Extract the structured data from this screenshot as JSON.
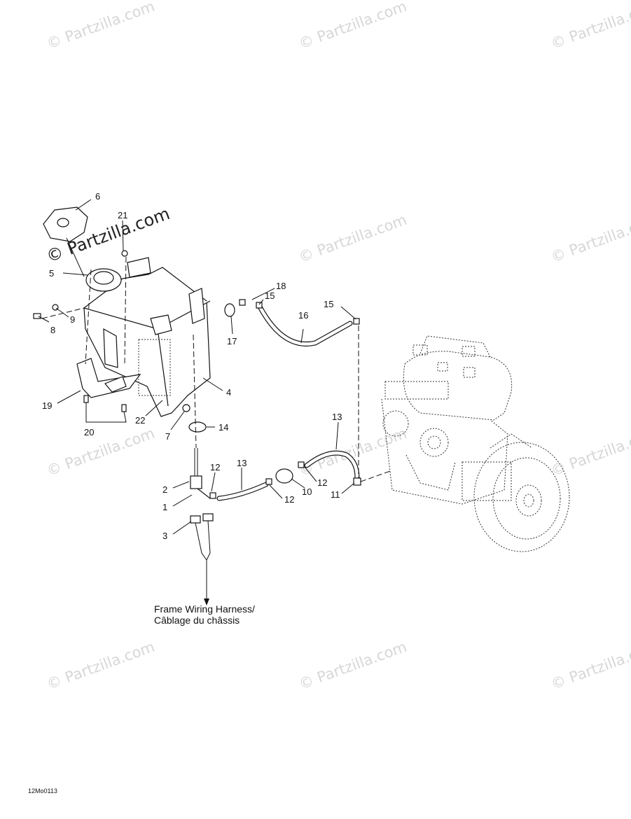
{
  "watermarks": {
    "text": "© Partzilla.com",
    "featured_text": "© Partzilla.com"
  },
  "callouts": [
    "6",
    "21",
    "5",
    "9",
    "8",
    "18",
    "15",
    "16",
    "15",
    "17",
    "4",
    "19",
    "20",
    "22",
    "7",
    "14",
    "13",
    "12",
    "13",
    "2",
    "1",
    "10",
    "12",
    "12",
    "11",
    "3"
  ],
  "harness_note": {
    "line1": "Frame Wiring Harness/",
    "line2": "Câblage du châssis"
  },
  "drawing_code": "12Mo0113"
}
